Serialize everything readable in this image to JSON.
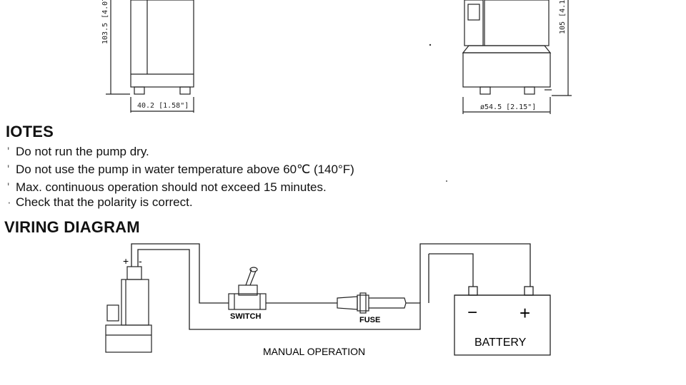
{
  "dimensions": {
    "left_height": "103.5 [4.07",
    "left_width": "40.2 [1.58\"]",
    "right_height": "105 [4.1",
    "right_width": "ø54.5 [2.15\"]"
  },
  "notes": {
    "title": "IOTES",
    "items": [
      "Do not run the pump dry.",
      "Do not use the pump in water temperature above 60℃  (140°F)",
      "Max. continuous operation should not exceed 15 minutes.",
      "Check that the polarity is correct."
    ]
  },
  "wiring": {
    "title": "VIRING DIAGRAM",
    "pump_plus": "+",
    "pump_minus": "-",
    "switch_label": "SWITCH",
    "fuse_label": "FUSE",
    "battery_label": "BATTERY",
    "battery_minus": "−",
    "battery_plus": "+",
    "caption": "MANUAL OPERATION"
  }
}
